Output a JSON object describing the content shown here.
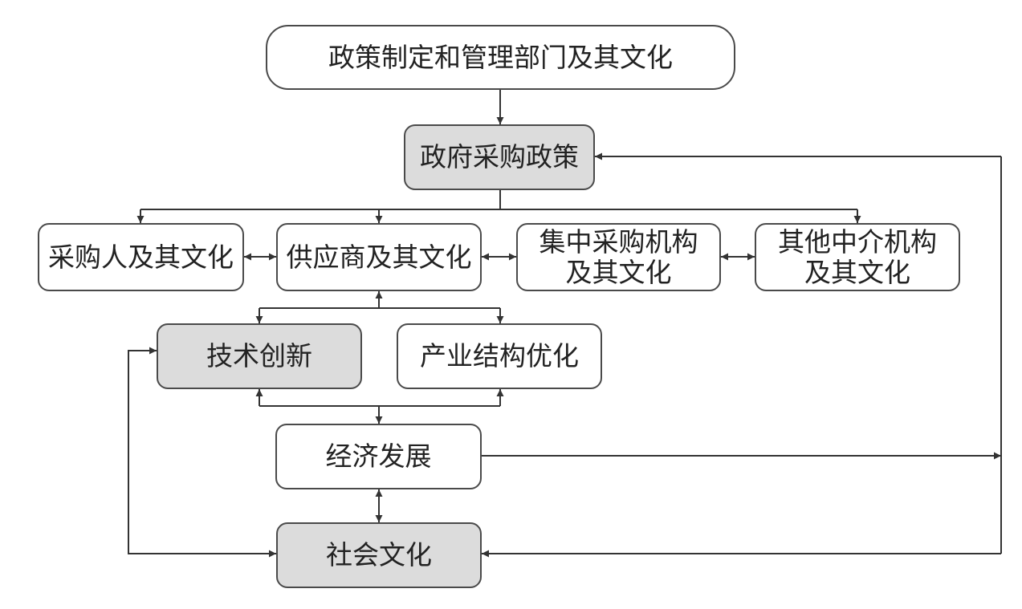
{
  "nodes": {
    "dept": {
      "label": "政策制定和管理部门及其文化"
    },
    "policy": {
      "label": "政府采购政策"
    },
    "purchaser": {
      "label": "采购人及其文化"
    },
    "supplier": {
      "label": "供应商及其文化"
    },
    "central": {
      "line1": "集中采购机构",
      "line2": "及其文化"
    },
    "agency": {
      "line1": "其他中介机构",
      "line2": "及其文化"
    },
    "tech": {
      "label": "技术创新"
    },
    "industry": {
      "label": "产业结构优化"
    },
    "economy": {
      "label": "经济发展"
    },
    "society": {
      "label": "社会文化"
    }
  },
  "colors": {
    "line": "#333333",
    "gray_fill": "#dcdcdc",
    "border": "#4a4a4a"
  }
}
